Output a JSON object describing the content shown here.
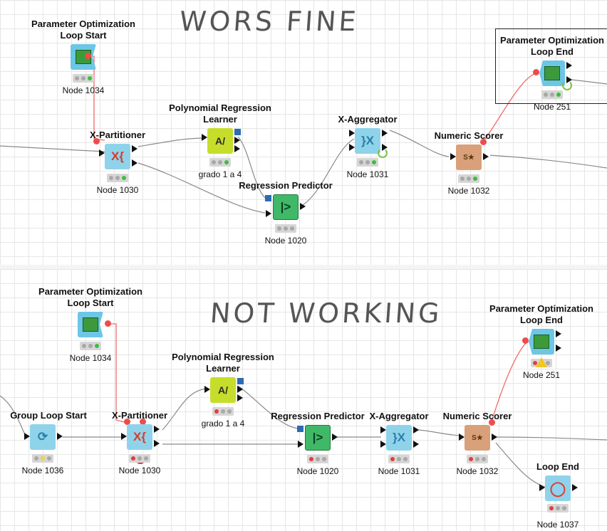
{
  "annotations": {
    "top": "WORS FINE",
    "bottom": "NOT WORKING"
  },
  "top": {
    "nodes": [
      {
        "id": "pols",
        "title": "Parameter Optimization Loop Start",
        "label": "Node 1034",
        "icon": "chart-icon"
      },
      {
        "id": "xpart",
        "title": "X-Partitioner",
        "label": "Node 1030",
        "icon": "x-partitioner-icon"
      },
      {
        "id": "prl",
        "title": "Polynomial Regression Learner",
        "label": "grado 1 a 4",
        "icon": "polynomial-icon"
      },
      {
        "id": "rp",
        "title": "Regression Predictor",
        "label": "Node 1020",
        "icon": "predictor-icon"
      },
      {
        "id": "xagg",
        "title": "X-Aggregator",
        "label": "Node 1031",
        "icon": "x-aggregator-icon"
      },
      {
        "id": "ns",
        "title": "Numeric Scorer",
        "label": "Node 1032",
        "icon": "scorer-icon"
      },
      {
        "id": "pole",
        "title": "Parameter Optimization Loop End",
        "label": "Node 251",
        "icon": "chart-icon"
      }
    ]
  },
  "bottom": {
    "nodes": [
      {
        "id": "pols",
        "title": "Parameter Optimization Loop Start",
        "label": "Node 1034",
        "icon": "chart-icon"
      },
      {
        "id": "gls",
        "title": "Group Loop Start",
        "label": "Node 1036",
        "icon": "group-loop-icon"
      },
      {
        "id": "xpart",
        "title": "X-Partitioner",
        "label": "Node 1030",
        "icon": "x-partitioner-icon"
      },
      {
        "id": "prl",
        "title": "Polynomial Regression Learner",
        "label": "grado 1 a 4",
        "icon": "polynomial-icon"
      },
      {
        "id": "rp",
        "title": "Regression Predictor",
        "label": "Node 1020",
        "icon": "predictor-icon"
      },
      {
        "id": "xagg",
        "title": "X-Aggregator",
        "label": "Node 1031",
        "icon": "x-aggregator-icon"
      },
      {
        "id": "ns",
        "title": "Numeric Scorer",
        "label": "Node 1032",
        "icon": "scorer-icon"
      },
      {
        "id": "pole",
        "title": "Parameter Optimization Loop End",
        "label": "Node 251",
        "icon": "chart-icon"
      },
      {
        "id": "le",
        "title": "Loop End",
        "label": "Node 1037",
        "icon": "loop-end-icon"
      }
    ]
  },
  "colors": {
    "variable_link": "#ef6b6b",
    "data_link": "#8a8a8a",
    "grid": "#e6e6e6",
    "status_green": "#3cbf3c",
    "status_red": "#e63c3c",
    "status_yellow": "#f2d23a"
  }
}
